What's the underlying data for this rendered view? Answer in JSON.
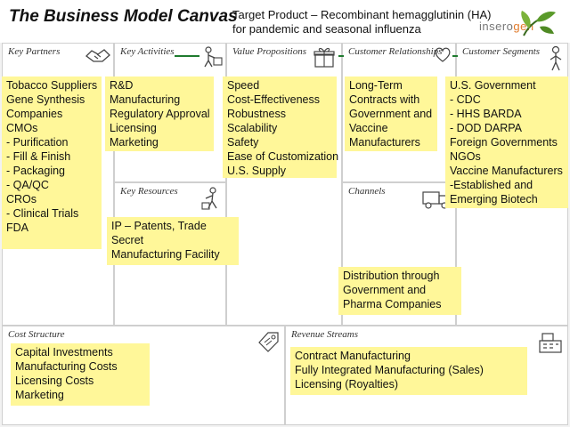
{
  "header": {
    "title": "The Business Model Canvas",
    "subtitle_line1": "Target Product – Recombinant hemagglutinin (HA)",
    "subtitle_line2": "for pandemic and seasonal influenza",
    "logo_text_a": "insero",
    "logo_text_b": "gen"
  },
  "sections": {
    "key_partners": "Key Partners",
    "key_activities": "Key Activities",
    "value_propositions": "Value Propositions",
    "customer_relationships": "Customer Relationships",
    "customer_segments": "Customer Segments",
    "key_resources": "Key Resources",
    "channels": "Channels",
    "cost_structure": "Cost Structure",
    "revenue_streams": "Revenue Streams"
  },
  "notes": {
    "key_partners": [
      "Tobacco Suppliers",
      "Gene Synthesis",
      "Companies",
      "CMOs",
      "- Purification",
      "- Fill & Finish",
      "- Packaging",
      "- QA/QC",
      "CROs",
      "- Clinical Trials",
      "FDA"
    ],
    "key_activities": [
      "R&D",
      "Manufacturing",
      "Regulatory Approval",
      "Licensing",
      "Marketing"
    ],
    "value_propositions": [
      "Speed",
      "Cost-Effectiveness",
      "Robustness",
      "Scalability",
      "Safety",
      "Ease of Customization",
      "U.S. Supply"
    ],
    "customer_relationships": [
      "Long-Term",
      "Contracts with",
      "Government and",
      "Vaccine",
      "Manufacturers"
    ],
    "customer_segments": [
      "U.S. Government",
      "- CDC",
      "- HHS BARDA",
      "- DOD DARPA",
      "Foreign Governments",
      "NGOs",
      "Vaccine Manufacturers",
      "-Established and",
      "Emerging Biotech"
    ],
    "key_resources": [
      "IP – Patents, Trade",
      "Secret",
      "Manufacturing Facility"
    ],
    "channels": [
      "Distribution through",
      "Government and",
      "Pharma Companies"
    ],
    "cost_structure": [
      "Capital Investments",
      "Manufacturing Costs",
      "Licensing Costs",
      "Marketing"
    ],
    "revenue_streams": [
      "Contract Manufacturing",
      "Fully Integrated Manufacturing (Sales)",
      "Licensing (Royalties)"
    ]
  },
  "colors": {
    "note": "#fff799",
    "connector": "#1e7a2e",
    "logo_accent": "#e07a2a"
  },
  "icons": [
    "handshake-icon",
    "worker-icon",
    "gift-icon",
    "heart-icon",
    "person-icon",
    "person-icon",
    "truck-icon",
    "price-tag-icon",
    "cash-register-icon",
    "leaf-icon"
  ]
}
